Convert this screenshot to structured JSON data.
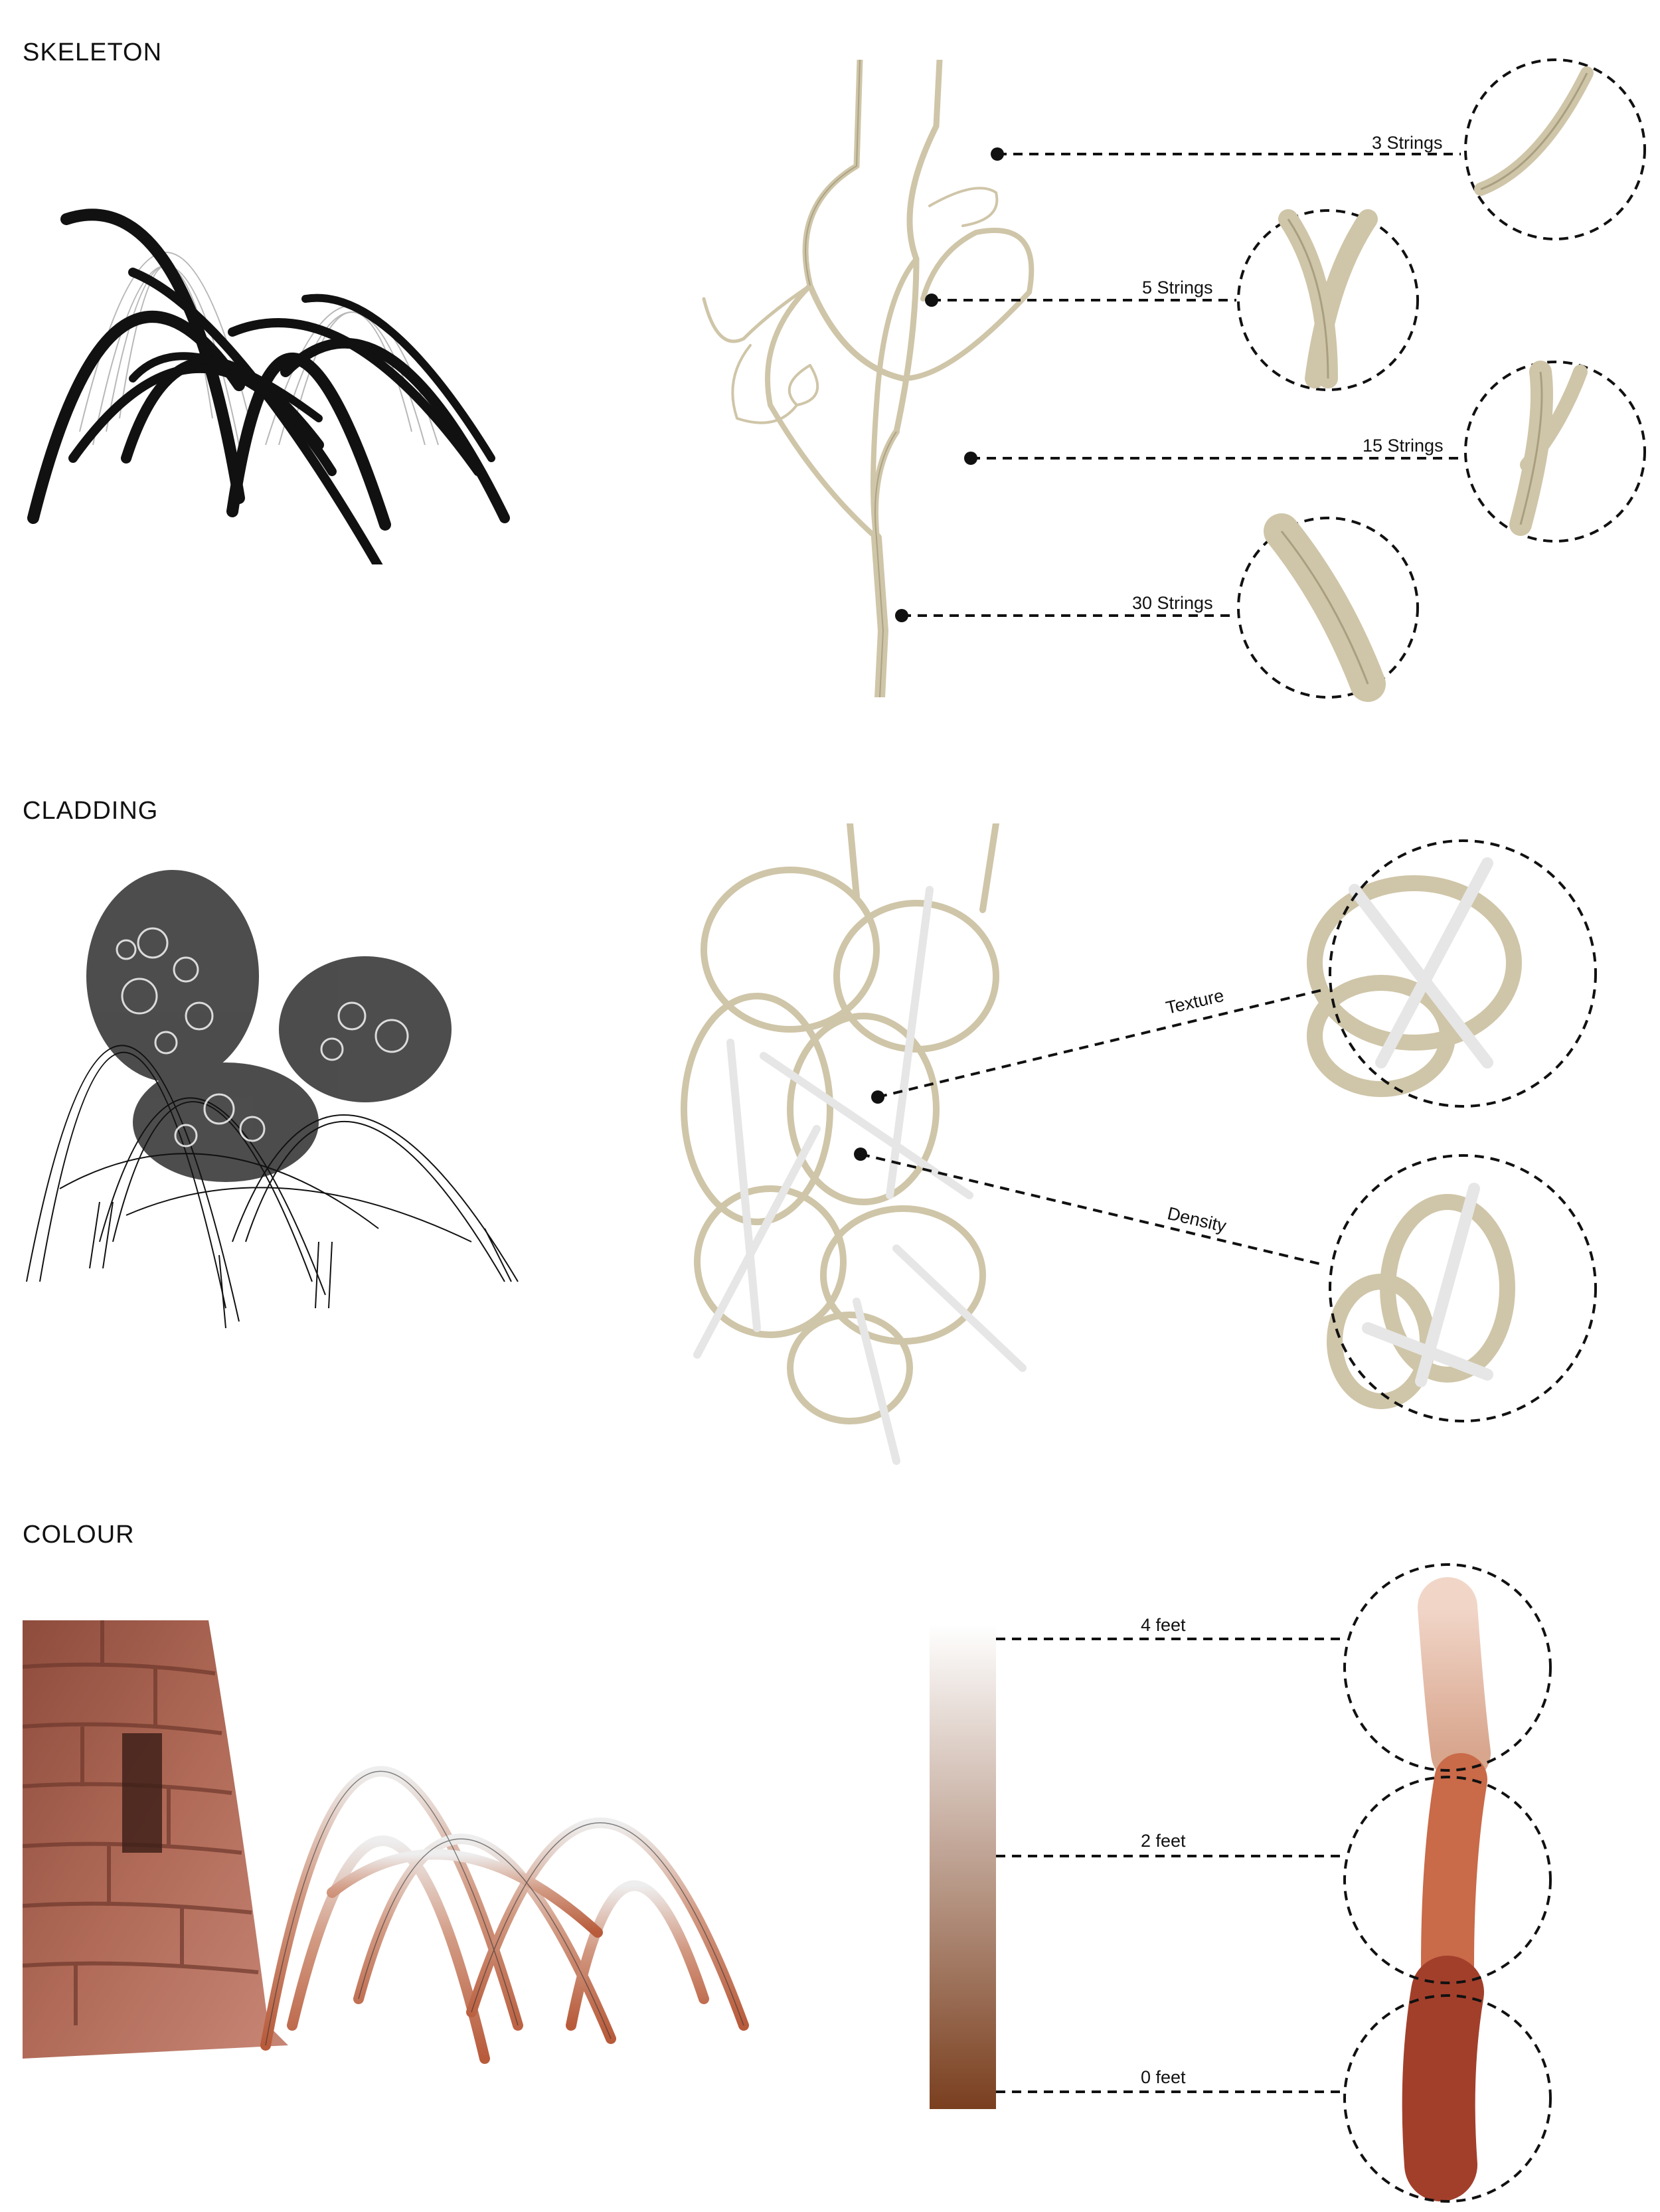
{
  "sections": {
    "skeleton": {
      "title": "SKELETON",
      "callouts": [
        "3 Strings",
        "5 Strings",
        "15 Strings",
        "30 Strings"
      ]
    },
    "cladding": {
      "title": "CLADDING",
      "callouts": [
        "Texture",
        "Density"
      ]
    },
    "colour": {
      "title": "COLOUR",
      "callouts": [
        "4 feet",
        "2 feet",
        "0 feet"
      ],
      "gradient": {
        "top": "#ffffff",
        "bottom": "#7a3f1f"
      }
    }
  },
  "icons": {
    "skeleton_arch": "arch-skeleton-icon",
    "cladding_arch": "arch-cladding-icon",
    "colour_arch": "arch-colour-icon",
    "rope": "rope-icon",
    "zoom": "zoom-circle-icon"
  },
  "colors": {
    "rope": "#cfc5a8",
    "rope_dark": "#8f8566",
    "terracotta": "#b85b3b",
    "stone": "#a55a47",
    "ink": "#111111"
  }
}
